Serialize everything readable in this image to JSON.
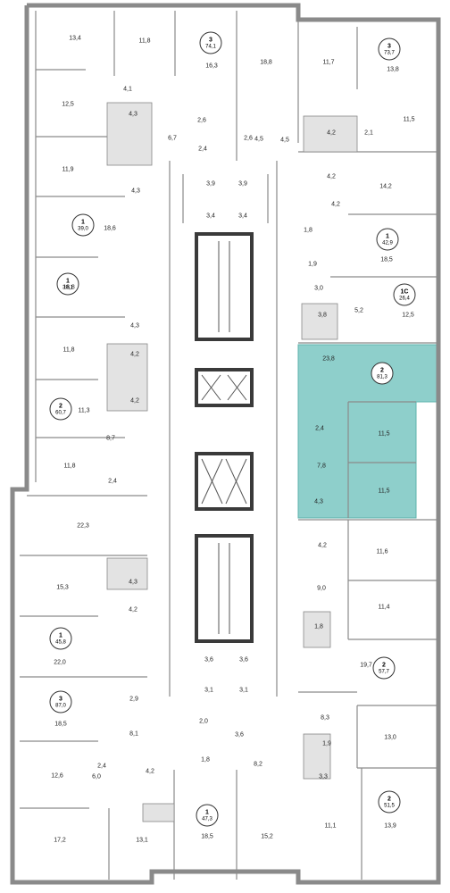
{
  "colors": {
    "wall": "#8a8a8a",
    "wall_heavy": "#3a3a3a",
    "highlight": "#8ecfcb",
    "highlight_edge": "#5fb3ae",
    "bath": "#cfcfcf"
  },
  "apartments": [
    {
      "rooms": "3",
      "area": "74,1"
    },
    {
      "rooms": "3",
      "area": "73,7"
    },
    {
      "rooms": "1",
      "area": "39,0"
    },
    {
      "rooms": "1",
      "area": "42,9"
    },
    {
      "rooms": "1",
      "area": "39,1"
    },
    {
      "rooms": "1С",
      "area": "26,4"
    },
    {
      "rooms": "2",
      "area": "81,3"
    },
    {
      "rooms": "2",
      "area": "60,7"
    },
    {
      "rooms": "1",
      "area": "45,8"
    },
    {
      "rooms": "2",
      "area": "57,7"
    },
    {
      "rooms": "3",
      "area": "87,0"
    },
    {
      "rooms": "1",
      "area": "47,3"
    },
    {
      "rooms": "2",
      "area": "51,5"
    }
  ],
  "rooms": [
    "13,4",
    "11,8",
    "16,3",
    "18,8",
    "11,7",
    "13,8",
    "4,1",
    "12,5",
    "4,3",
    "2,6",
    "6,7",
    "4,5",
    "4,2",
    "2,1",
    "11,5",
    "2,4",
    "2,6",
    "4,5",
    "4,2",
    "11,9",
    "4,3",
    "3,9",
    "3,9",
    "14,2",
    "3,4",
    "3,4",
    "4,2",
    "18,6",
    "1,8",
    "18,5",
    "1,9",
    "18,8",
    "3,0",
    "5,2",
    "3,8",
    "12,5",
    "4,3",
    "11,8",
    "4,2",
    "23,8",
    "4,2",
    "11,3",
    "2,4",
    "11,5",
    "8,7",
    "11,8",
    "7,8",
    "11,5",
    "2,4",
    "4,3",
    "22,3",
    "4,2",
    "11,6",
    "15,3",
    "4,3",
    "9,0",
    "4,2",
    "11,4",
    "22,0",
    "1,8",
    "19,7",
    "3,6",
    "3,6",
    "3,1",
    "3,1",
    "2,9",
    "18,5",
    "8,3",
    "8,1",
    "2,0",
    "13,0",
    "3,6",
    "1,9",
    "1,8",
    "8,2",
    "12,6",
    "2,4",
    "4,2",
    "3,3",
    "6,0",
    "17,2",
    "13,1",
    "18,5",
    "15,2",
    "11,1",
    "13,9"
  ]
}
